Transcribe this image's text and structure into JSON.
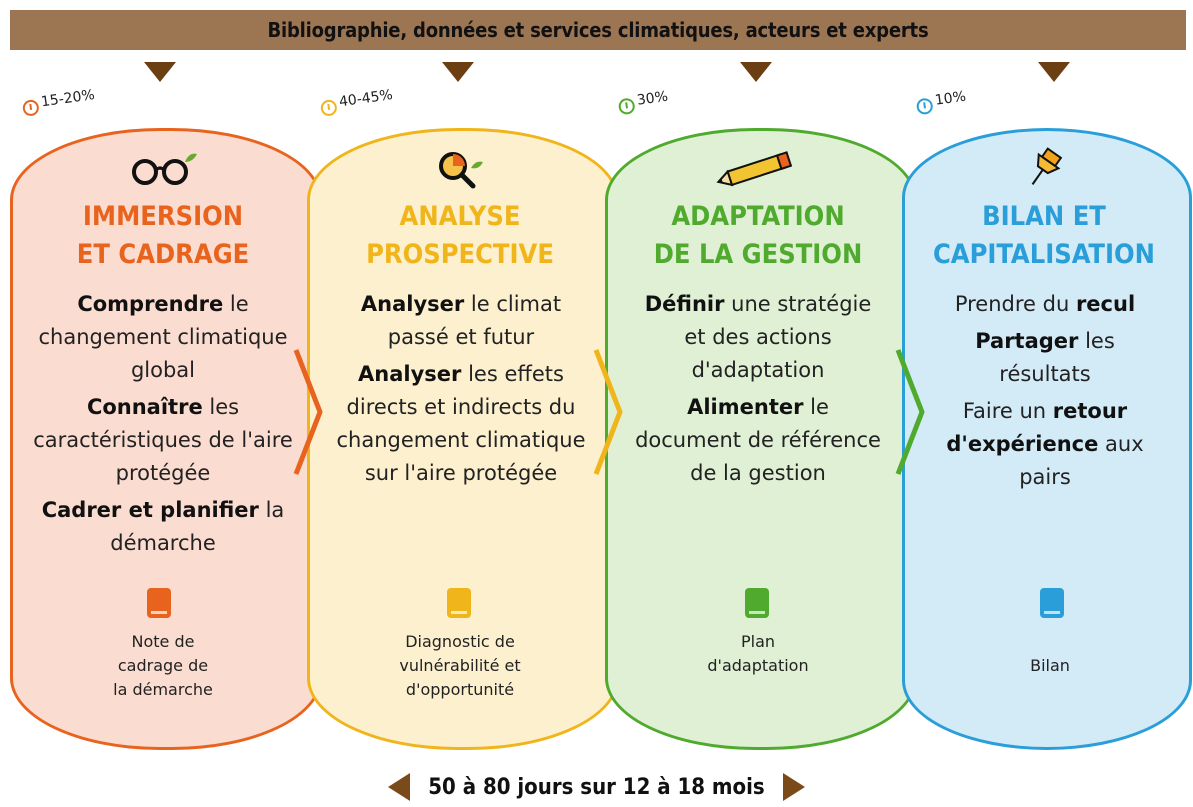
{
  "banner": {
    "text": "Bibliographie, données et services climatiques, acteurs et experts"
  },
  "colors": {
    "banner": "#9c7552",
    "arrows": "#6b3f12"
  },
  "phases": [
    {
      "percent": "15-20%",
      "icon": "glasses-icon",
      "title_line1": "IMMERSION",
      "title_line2": "ET CADRAGE",
      "color": "#e8641e",
      "bg": "#fbdcd0",
      "body": [
        {
          "bold": "Comprendre",
          "rest": " le changement climatique global"
        },
        {
          "bold": "Connaître",
          "rest": " les caractéristiques de l'aire protégée"
        },
        {
          "bold": "Cadrer et planifier",
          "rest": " la démarche"
        }
      ],
      "deliverable": [
        "Note de",
        "cadrage de",
        "la démarche"
      ]
    },
    {
      "percent": "40-45%",
      "icon": "magnifier-icon",
      "title_line1": "ANALYSE",
      "title_line2": "PROSPECTIVE",
      "color": "#f0b51a",
      "bg": "#fdf0cf",
      "body": [
        {
          "bold": "Analyser",
          "rest": " le climat passé et futur"
        },
        {
          "bold": "Analyser",
          "rest": " les effets directs et indirects du changement climatique sur l'aire protégée"
        }
      ],
      "deliverable": [
        "Diagnostic de",
        "vulnérabilité et",
        "d'opportunité"
      ]
    },
    {
      "percent": "30%",
      "icon": "pencil-icon",
      "title_line1": "ADAPTATION",
      "title_line2": "DE LA GESTION",
      "color": "#4faa2e",
      "bg": "#dff0d4",
      "body": [
        {
          "bold": "Définir",
          "rest": " une stratégie et des actions d'adaptation"
        },
        {
          "bold": "Alimenter",
          "rest": " le document de référence de la gestion"
        }
      ],
      "deliverable": [
        "Plan",
        "d'adaptation"
      ]
    },
    {
      "percent": "10%",
      "icon": "pushpin-icon",
      "title_line1": "BILAN ET",
      "title_line2": "CAPITALISATION",
      "color": "#2a9ed8",
      "bg": "#d3eaf7",
      "body_custom": [
        {
          "pre": "Prendre du ",
          "bold": "recul",
          "rest": ""
        },
        {
          "pre": "",
          "bold": "Partager",
          "rest": " les résultats"
        },
        {
          "pre": "Faire un ",
          "bold": "retour d'expérience",
          "rest": " aux pairs"
        }
      ],
      "deliverable": [
        "Bilan"
      ]
    }
  ],
  "footer": {
    "text": "50 à 80 jours sur 12 à 18 mois"
  }
}
